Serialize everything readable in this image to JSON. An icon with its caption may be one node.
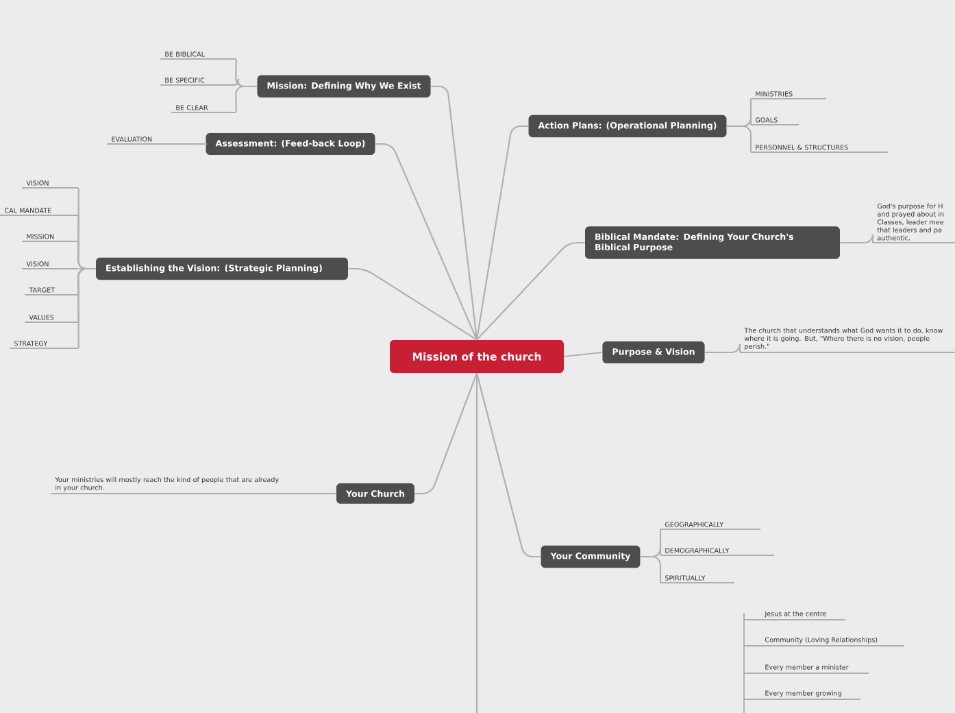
{
  "diagram": {
    "nodes": [
      {
        "text": [
          "Mission of the church"
        ]
      },
      {
        "text": [
          "Mission: Defining Why We Exist"
        ]
      },
      {
        "text": [
          "BE BIBLICAL"
        ]
      },
      {
        "text": [
          "BE SPECIFIC"
        ]
      },
      {
        "text": [
          "BE CLEAR"
        ]
      },
      {
        "text": [
          "Assessment: (Feed-back Loop)"
        ]
      },
      {
        "text": [
          "EVALUATION"
        ]
      },
      {
        "text": [
          "Establishing the Vision:  (Strategic Planning)"
        ]
      },
      {
        "text": [
          "VISION"
        ]
      },
      {
        "text": [
          "CAL MANDATE"
        ]
      },
      {
        "text": [
          "MISSION"
        ]
      },
      {
        "text": [
          "VISION"
        ]
      },
      {
        "text": [
          "TARGET"
        ]
      },
      {
        "text": [
          "VALUES"
        ]
      },
      {
        "text": [
          "STRATEGY"
        ]
      },
      {
        "text": [
          "Your Church"
        ]
      },
      {
        "text": [
          "Your ministries will mostly reach the kind of people that are already in your church."
        ]
      },
      {
        "text": [
          "Action Plans: (Operational Planning)"
        ]
      },
      {
        "text": [
          "MINISTRIES"
        ]
      },
      {
        "text": [
          "GOALS"
        ]
      },
      {
        "text": [
          "PERSONNEL & STRUCTURES"
        ]
      },
      {
        "text": [
          "Biblical Mandate:  Defining Your Church's Biblical Purpose"
        ]
      },
      {
        "text": [
          "God's purpose for H and prayed about in Classes, leader mee that leaders and pa authentic."
        ]
      },
      {
        "text": [
          "Purpose & Vision"
        ]
      },
      {
        "text": [
          "The church that understands what God wants it to do, know where it is going.  But, \"Where there is no vision, people perish.\""
        ]
      },
      {
        "text": [
          "Your Community"
        ]
      },
      {
        "text": [
          "GEOGRAPHICALLY"
        ]
      },
      {
        "text": [
          "DEMOGRAPHICALLY"
        ]
      },
      {
        "text": [
          "SPIRITUALLY"
        ]
      }
    ],
    "edges": [
      {
        "from": 0,
        "to": 1,
        "arrow": "none"
      },
      {
        "from": 0,
        "to": 5,
        "arrow": "none"
      },
      {
        "from": 0,
        "to": 7,
        "arrow": "none"
      },
      {
        "from": 0,
        "to": 15,
        "arrow": "none"
      },
      {
        "from": 0,
        "to": 17,
        "arrow": "none"
      },
      {
        "from": 0,
        "to": 21,
        "arrow": "none"
      },
      {
        "from": 0,
        "to": 23,
        "arrow": "none"
      },
      {
        "from": 0,
        "to": 25,
        "arrow": "none"
      },
      {
        "from": 0,
        "to": null,
        "arrow": "none"
      },
      {
        "from": 1,
        "to": 2,
        "arrow": "none"
      },
      {
        "from": 1,
        "to": 3,
        "arrow": "none"
      },
      {
        "from": 1,
        "to": 4,
        "arrow": "none"
      },
      {
        "from": 5,
        "to": 6,
        "arrow": "none"
      },
      {
        "from": 7,
        "to": 8,
        "arrow": "none"
      },
      {
        "from": 7,
        "to": 9,
        "arrow": "none"
      },
      {
        "from": 7,
        "to": 10,
        "arrow": "none"
      },
      {
        "from": 7,
        "to": 11,
        "arrow": "none"
      },
      {
        "from": 7,
        "to": 12,
        "arrow": "none"
      },
      {
        "from": 7,
        "to": 13,
        "arrow": "none"
      },
      {
        "from": 7,
        "to": 14,
        "arrow": "none"
      },
      {
        "from": 15,
        "to": 16,
        "arrow": "none"
      },
      {
        "from": 17,
        "to": 18,
        "arrow": "none"
      },
      {
        "from": 17,
        "to": 19,
        "arrow": "none"
      },
      {
        "from": 17,
        "to": 20,
        "arrow": "none"
      },
      {
        "from": 21,
        "to": 22,
        "arrow": "none"
      },
      {
        "from": 23,
        "to": 24,
        "arrow": "none"
      },
      {
        "from": 25,
        "to": 26,
        "arrow": "none"
      },
      {
        "from": 25,
        "to": 27,
        "arrow": "none"
      },
      {
        "from": 25,
        "to": 28,
        "arrow": "none"
      }
    ],
    "labels": [
      "Jesus at the centre",
      "Community (Loving Relationships)",
      "Every member a minister",
      "Every member growing"
    ]
  }
}
